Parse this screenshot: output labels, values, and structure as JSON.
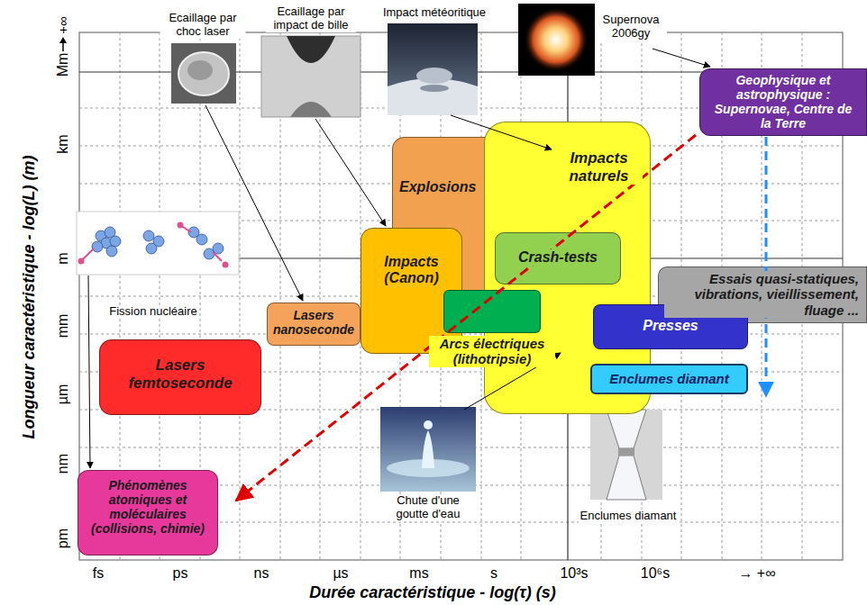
{
  "diagram": {
    "nodes": [
      {
        "text": [
          "Geophysique et astrophysique : Supernovae, Centre de la Terre"
        ]
      },
      {
        "text": [
          "Explosions"
        ]
      },
      {
        "text": [
          "Impacts naturels"
        ]
      },
      {
        "text": [
          "Crash-tests"
        ],
        "in": 2
      },
      {
        "text": [
          "Impacts (Canon)"
        ]
      },
      {
        "text": [
          "Essais quasi-statiques, vibrations, vieillissement, fluage ..."
        ]
      },
      {
        "text": [
          "Lasers nanoseconde"
        ]
      },
      {
        "text": [
          "Arcs électriques (lithotripsie)"
        ]
      },
      {
        "text": [
          "Presses"
        ]
      },
      {
        "text": [
          "Lasers femtoseconde"
        ]
      },
      {
        "text": [
          "Enclumes diamant"
        ]
      },
      {
        "text": [
          "Phénomènes atomiques et moléculaires (collisions, chimie)"
        ]
      }
    ],
    "labels": [
      "Ecaillage par choc laser",
      "Ecaillage par impact de bille",
      "Impact météoritique",
      "Supernova 2006gy",
      "Fission nucléaire",
      "Chute d'une goutte d'eau",
      "Enclumes diamant",
      "+∞",
      "Mm",
      "km",
      "m",
      "mm",
      "µm",
      "nm",
      "pm",
      "Longueur caractéristique - log(L) (m)",
      "fs",
      "ps",
      "ns",
      "µs",
      "ms",
      "s",
      "10³s",
      "10⁶s",
      "→ +∞",
      "Durée caractéristique - log(τ) (s)"
    ]
  }
}
